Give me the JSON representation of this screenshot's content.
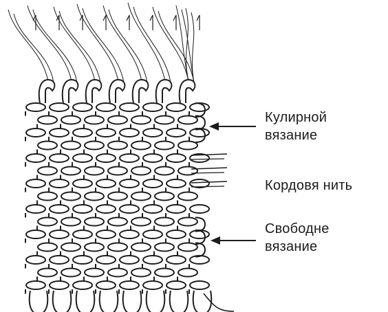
{
  "colors": {
    "ink": "#1c1c1c",
    "background": "#ffffff",
    "fabric": "#ffffff"
  },
  "labels": {
    "kuliry": {
      "line1": "Кулирной",
      "line2": "вязание"
    },
    "kord": {
      "line1": "Кордовя нить"
    },
    "svobodne": {
      "line1": "Свободне",
      "line2": "вязание"
    }
  },
  "structure": {
    "wales": 7,
    "course_rows": 15,
    "cord_thread_count": 3
  }
}
